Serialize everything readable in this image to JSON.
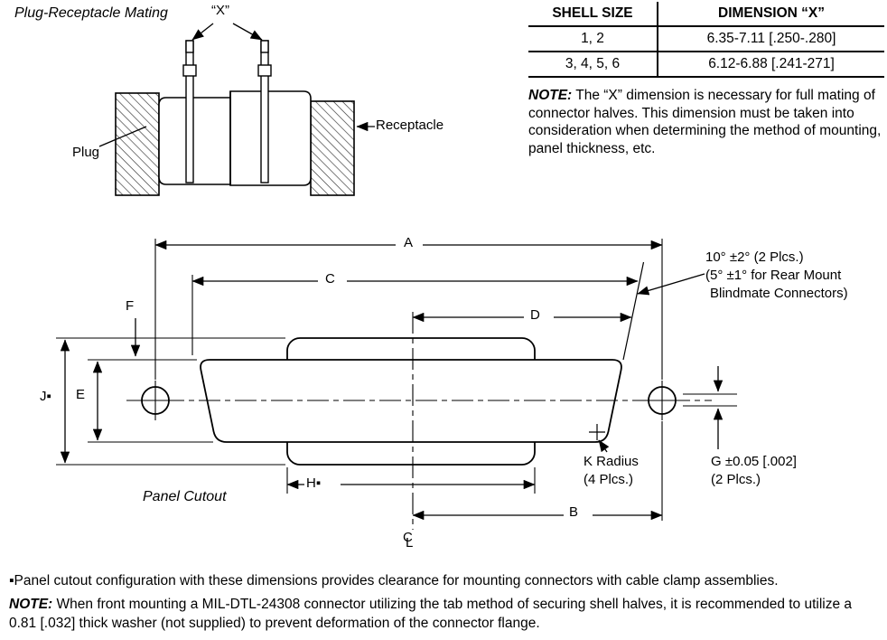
{
  "mating": {
    "title": "Plug-Receptacle Mating",
    "x_dim": "“X”",
    "plug": "Plug",
    "receptacle": "Receptacle"
  },
  "table": {
    "headers": [
      "SHELL SIZE",
      "DIMENSION “X”"
    ],
    "rows": [
      [
        "1, 2",
        "6.35-7.11 [.250-.280]"
      ],
      [
        "3, 4, 5, 6",
        "6.12-6.88 [.241-271]"
      ]
    ]
  },
  "note": {
    "label": "NOTE:",
    "text": " The “X” dimension is necessary for full mating of connector halves. This dimension must be taken into consideration when determining the method of mounting, panel thickness, etc."
  },
  "cutout": {
    "title": "Panel Cutout",
    "dim_a": "A",
    "dim_b": "B",
    "dim_c": "C",
    "dim_d": "D",
    "dim_e": "E",
    "dim_f": "F",
    "dim_h": "H▪",
    "dim_j": "J▪",
    "angle_line1": "10° ±2° (2 Plcs.)",
    "angle_line2": "(5° ±1° for Rear Mount",
    "angle_line3": "Blindmate Connectors)",
    "k_line1": "K Radius",
    "k_line2": "(4 Plcs.)",
    "g_line1": "G ±0.05 [.002]",
    "g_line2": "(2 Plcs.)",
    "cl_c": "C",
    "cl_l": "L"
  },
  "footnotes": {
    "bullet_note": "▪Panel cutout configuration with these dimensions provides clearance for mounting connectors with cable clamp assemblies.",
    "note_label": "NOTE:",
    "note_text": " When front mounting a MIL-DTL-24308 connector utilizing the tab method of securing shell halves, it is recommended to utilize a 0.81 [.032] thick washer (not supplied) to prevent deformation of the connector flange."
  }
}
